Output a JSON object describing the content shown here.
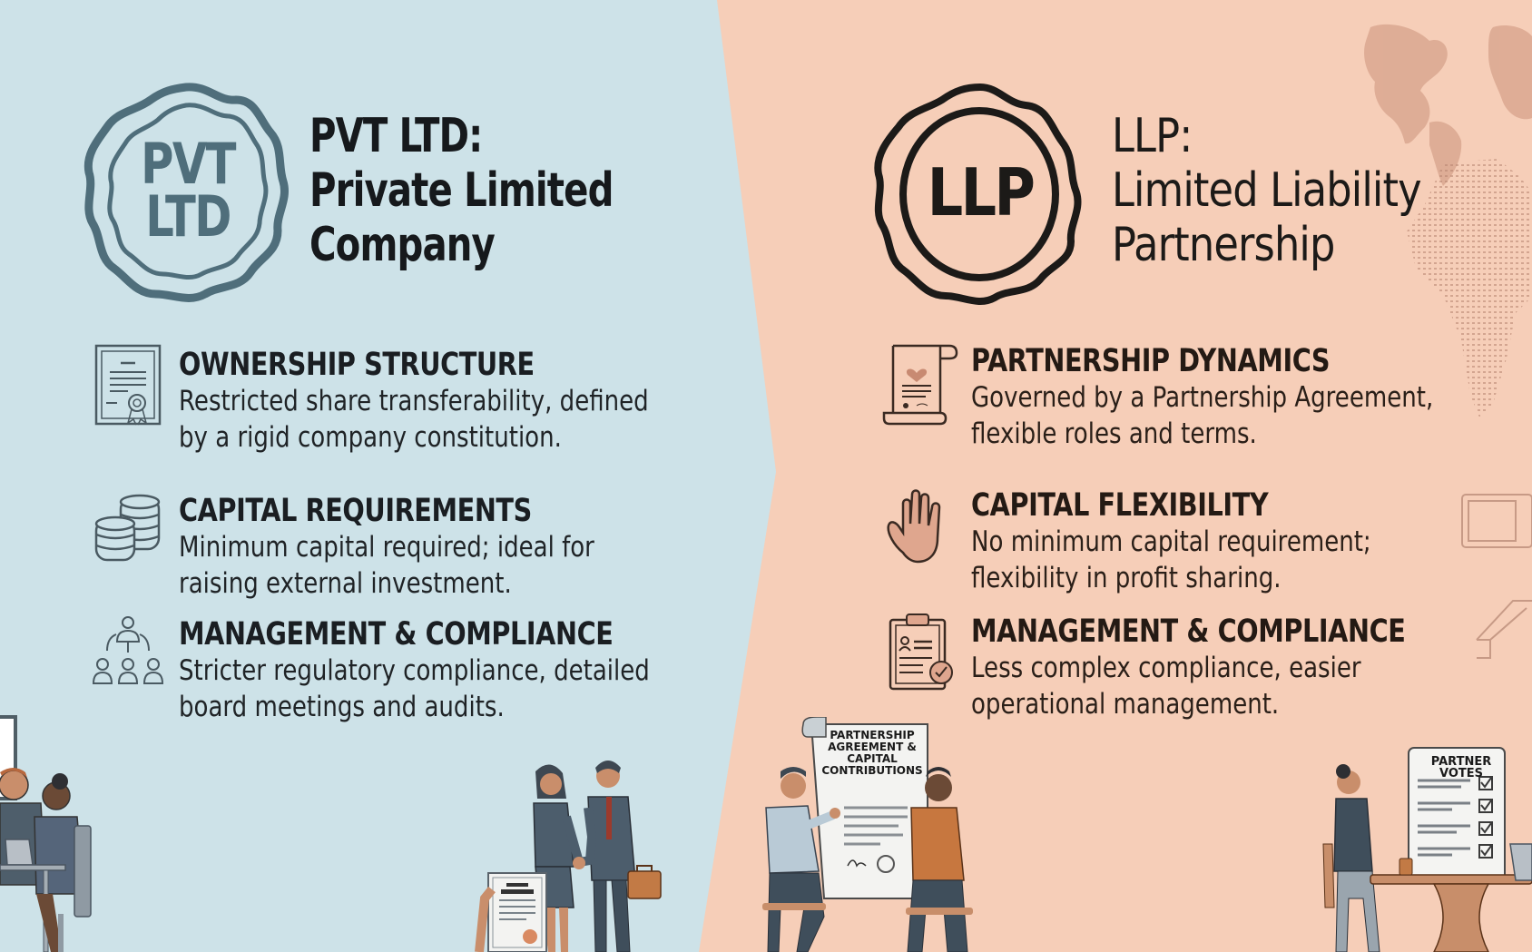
{
  "colors": {
    "left_bg": "#cde2e8",
    "right_bg": "#f6ceb8",
    "left_accent": "#4f6e7b",
    "right_accent": "#1c1a18",
    "right_icon_fill": "#d9a58e"
  },
  "left": {
    "seal": {
      "line1": "PVT",
      "line2": "LTD",
      "icon": "seal-badge-icon"
    },
    "title": {
      "line1": "PVT LTD:",
      "line2": "Private Limited",
      "line3": "Company"
    },
    "features": [
      {
        "icon": "certificate-icon",
        "heading": "OWNERSHIP STRUCTURE",
        "body_line1": "Restricted share transferability, defined",
        "body_line2": "by a rigid company constitution."
      },
      {
        "icon": "coin-stacks-icon",
        "heading": "CAPITAL REQUIREMENTS",
        "body_line1": "Minimum capital required; ideal for",
        "body_line2": "raising external investment."
      },
      {
        "icon": "org-hierarchy-icon",
        "heading": "MANAGEMENT & COMPLIANCE",
        "body_line1": "Stricter regulatory compliance, detailed",
        "body_line2": "board meetings and audits."
      }
    ]
  },
  "right": {
    "seal": {
      "text": "LLP",
      "icon": "seal-badge-icon"
    },
    "title": {
      "line1": "LLP:",
      "line2": "Limited Liability",
      "line3": "Partnership"
    },
    "features": [
      {
        "icon": "scroll-agreement-icon",
        "heading": "PARTNERSHIP DYNAMICS",
        "body_line1": "Governed by a Partnership Agreement,",
        "body_line2": "flexible roles and terms."
      },
      {
        "icon": "raised-hand-icon",
        "heading": "CAPITAL FLEXIBILITY",
        "body_line1": "No minimum capital requirement;",
        "body_line2": "flexibility in profit sharing."
      },
      {
        "icon": "clipboard-check-icon",
        "heading": "MANAGEMENT & COMPLIANCE",
        "body_line1": "Less complex compliance, easier",
        "body_line2": "operational management."
      }
    ],
    "illustrations": {
      "agreement_doc": {
        "line1": "PARTNERSHIP",
        "line2": "AGREEMENT &",
        "line3": "CAPITAL",
        "line4": "CONTRIBUTIONS"
      },
      "votes_board": {
        "title": "PARTNER VOTES"
      }
    }
  }
}
